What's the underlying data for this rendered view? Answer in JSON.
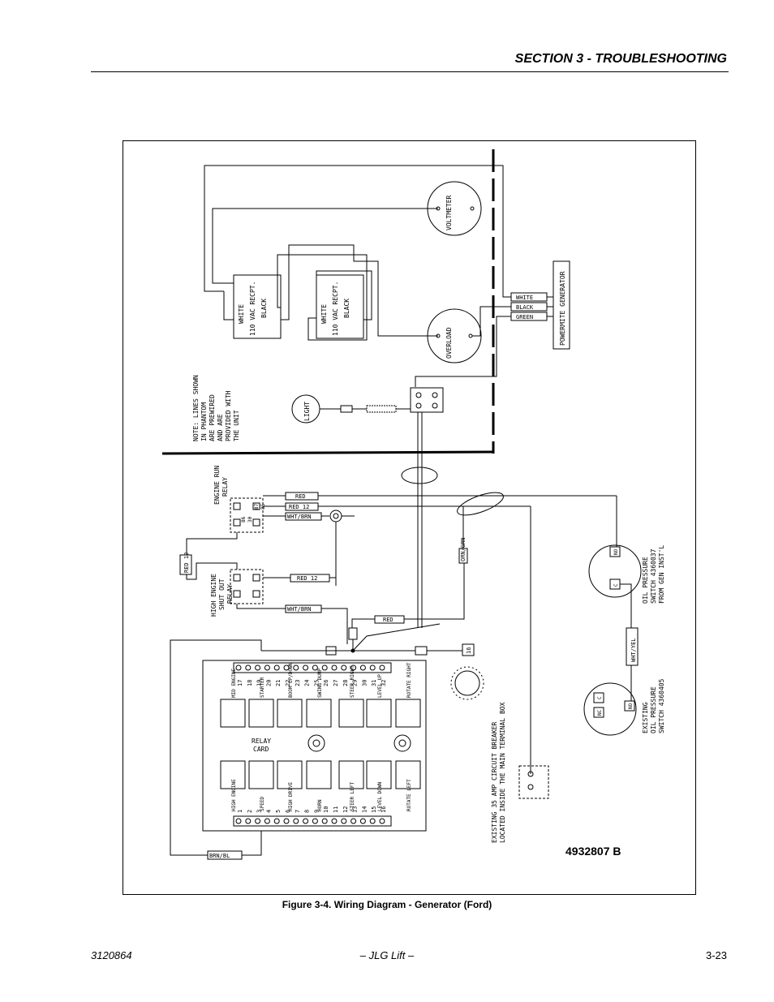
{
  "header": {
    "section_title": "SECTION 3 - TROUBLESHOOTING"
  },
  "figure": {
    "part_number": "4932807 B",
    "caption": "Figure 3-4.  Wiring Diagram - Generator (Ford)"
  },
  "diagram": {
    "voltmeter": "VOLTMETER",
    "overload": "OVERLOAD",
    "generator": "POWERMITE GENERATOR",
    "gen_wires": [
      "WHITE",
      "BLACK",
      "GREEN"
    ],
    "receptacle_1": {
      "white": "WHITE",
      "name": "110 VAC RECPT.",
      "black": "BLACK"
    },
    "receptacle_2": {
      "white": "WHITE",
      "name": "110 VAC RECPT.",
      "black": "BLACK"
    },
    "note_lines": [
      "NOTE: LINES SHOWN",
      "IN PHANTOM",
      "ARE PREWIRED",
      "AND ARE",
      "PROVIDED WITH",
      "THE UNIT"
    ],
    "light": "LIGHT",
    "engine_run_relay": [
      "ENGINE RUN",
      "RELAY"
    ],
    "high_engine_relay": [
      "HIGH ENGINE",
      "SHUT OUT",
      "RELAY"
    ],
    "wire_labels": {
      "red_a": "RED",
      "red12_a": "RED 12",
      "wht_brn_a": "WHT/BRN",
      "red12_side": "RED 12",
      "red12_b": "RED 12",
      "orn_grn": "ORN/GRN",
      "red_b": "RED",
      "wht_brn_b": "WHT/BRN",
      "wht_yel": "WHT/YEL",
      "brn_bl": "BRN/BL",
      "terminal_16": "16"
    },
    "relay_pins": [
      "86",
      "30",
      "87",
      "85"
    ],
    "oil_pressure_switch": [
      "OIL PRESSURE",
      "SWITCH 4360037",
      "FROM GEN INST'L"
    ],
    "existing_oil_switch": [
      "EXISTING",
      "OIL PRESSURE",
      "SWITCH 4360405"
    ],
    "switch_terminals": {
      "no": "NO",
      "c": "C",
      "nc": "NC"
    },
    "circuit_breaker_note": [
      "EXISTING 35 AMP CIRCUIT BREAKER",
      "LOCATED INSIDE THE MAIN TERMINAL BOX"
    ],
    "relay_card": {
      "title": [
        "RELAY",
        "CARD"
      ],
      "top_terminals": [
        "17",
        "18",
        "19",
        "20",
        "21",
        "22",
        "23",
        "24",
        "25",
        "26",
        "27",
        "28",
        "29",
        "30",
        "31",
        "32"
      ],
      "top_functions": [
        "MID ENGINE",
        "STARTER",
        "BOOM UP/DOWN",
        "SWING DUMP",
        "STEER RIGHT",
        "LEVEL UP",
        "ROTATE RIGHT"
      ],
      "bottom_terminals": [
        "1",
        "2",
        "3",
        "4",
        "5",
        "6",
        "7",
        "8",
        "9",
        "10",
        "11",
        "12",
        "13",
        "14",
        "15",
        "16"
      ],
      "bottom_functions": [
        "HIGH ENGINE",
        "SPEED",
        "HIGH DRIVE",
        "HORN",
        "STEER LEFT",
        "LEVEL DOWN",
        "ROTATE LEFT"
      ]
    }
  },
  "footer": {
    "doc_number": "3120864",
    "brand": "– JLG Lift –",
    "page": "3-23"
  }
}
